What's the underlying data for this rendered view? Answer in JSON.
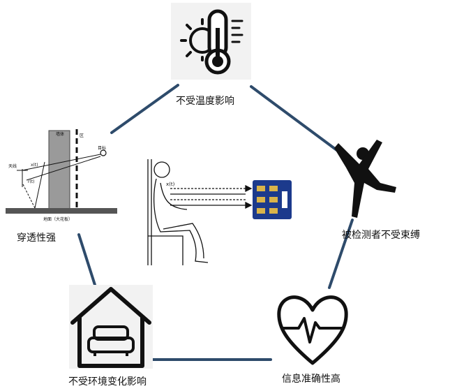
{
  "title": "",
  "nodes": {
    "top": {
      "label": "不受温度影响",
      "icon": "thermometer-sun-icon"
    },
    "right": {
      "label": "被检测者不受束缚",
      "icon": "dancing-person-icon"
    },
    "bottom_right": {
      "label": "信息准确性高",
      "icon": "heart-pulse-icon"
    },
    "bottom_left": {
      "label": "不受环境变化影响",
      "icon": "house-sofa-icon"
    },
    "left": {
      "label": "穿透性强",
      "icon": "wall-penetration-diagram",
      "diagram_text": {
        "wall": "墙体",
        "area": "区",
        "target": "目标",
        "antenna": "天线",
        "ground": "地面（大花板）",
        "signal_a": "x(t)",
        "signal_b": "r(t)"
      }
    },
    "center": {
      "icon": "seated-person-radar-icon",
      "signal": "x(t)"
    }
  },
  "colors": {
    "edge": "#2e4b6b",
    "ink": "#111111",
    "board": "#1c3a8c",
    "pad": "#d9b44a"
  }
}
